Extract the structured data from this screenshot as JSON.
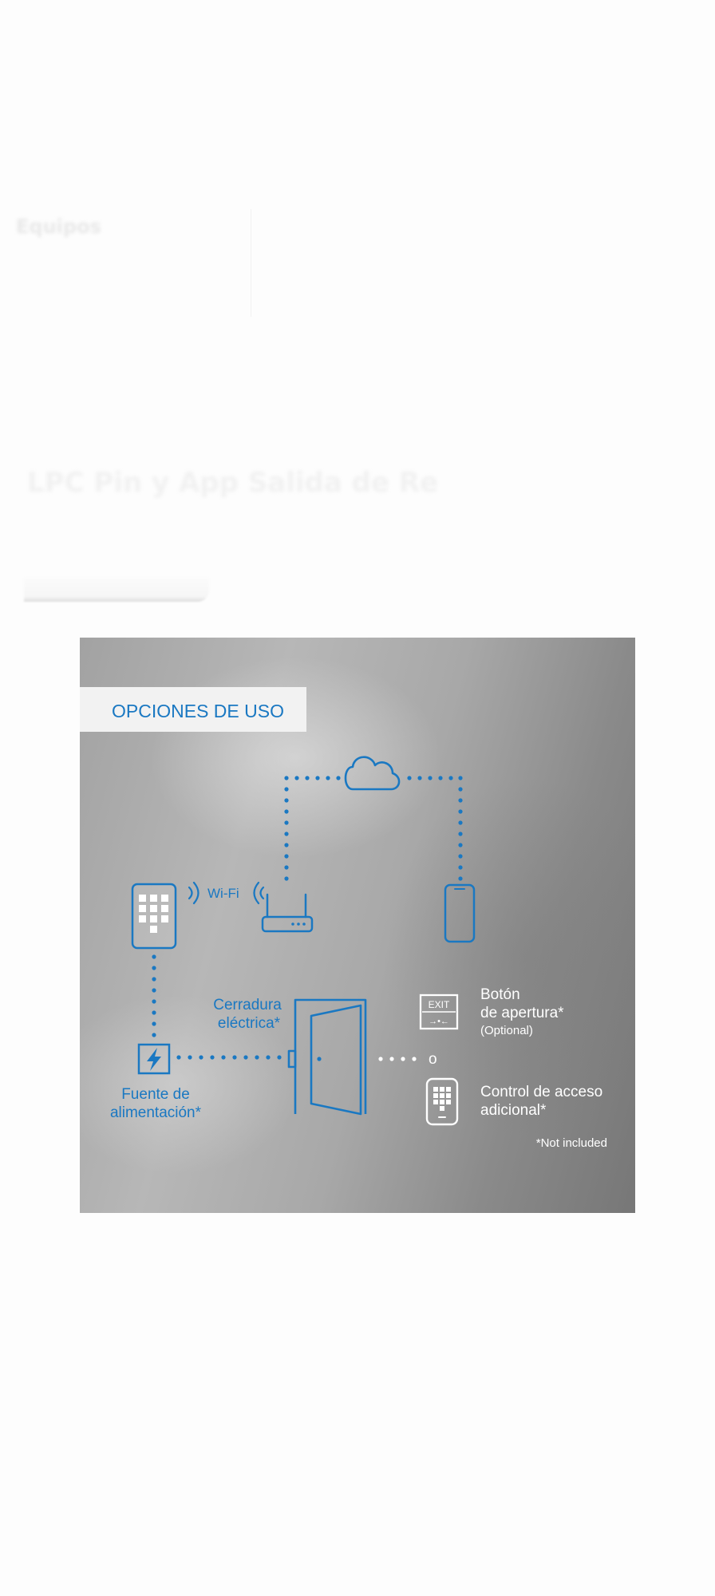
{
  "background": {
    "ghost_title": "Equipos",
    "ghost_heading": "LPC Pin y App Salida de Re"
  },
  "figure": {
    "header": "OPCIONES DE USO",
    "wifi_label": "Wi-Fi",
    "lock_label_line1": "Cerradura",
    "lock_label_line2": "eléctrica*",
    "power_label_line1": "Fuente de",
    "power_label_line2": "alimentación*",
    "exit_sign": "EXIT",
    "exit_arrows": "→•←",
    "exit_button_line1": "Botón",
    "exit_button_line2": "de apertura*",
    "exit_button_note": "(Optional)",
    "or_label": "o",
    "access_control_line1": "Control de acceso",
    "access_control_line2": "adicional*",
    "footnote": "*Not included"
  },
  "colors": {
    "accent_blue": "#1a78c2",
    "figure_background": "#a8a8a8",
    "header_background": "#f2f2f2",
    "text_white": "#ffffff"
  },
  "icons": [
    "keypad-icon",
    "wifi-waves-icon",
    "router-icon",
    "cloud-icon",
    "smartphone-icon",
    "power-supply-icon",
    "door-icon",
    "exit-button-icon",
    "access-control-keypad-icon"
  ]
}
